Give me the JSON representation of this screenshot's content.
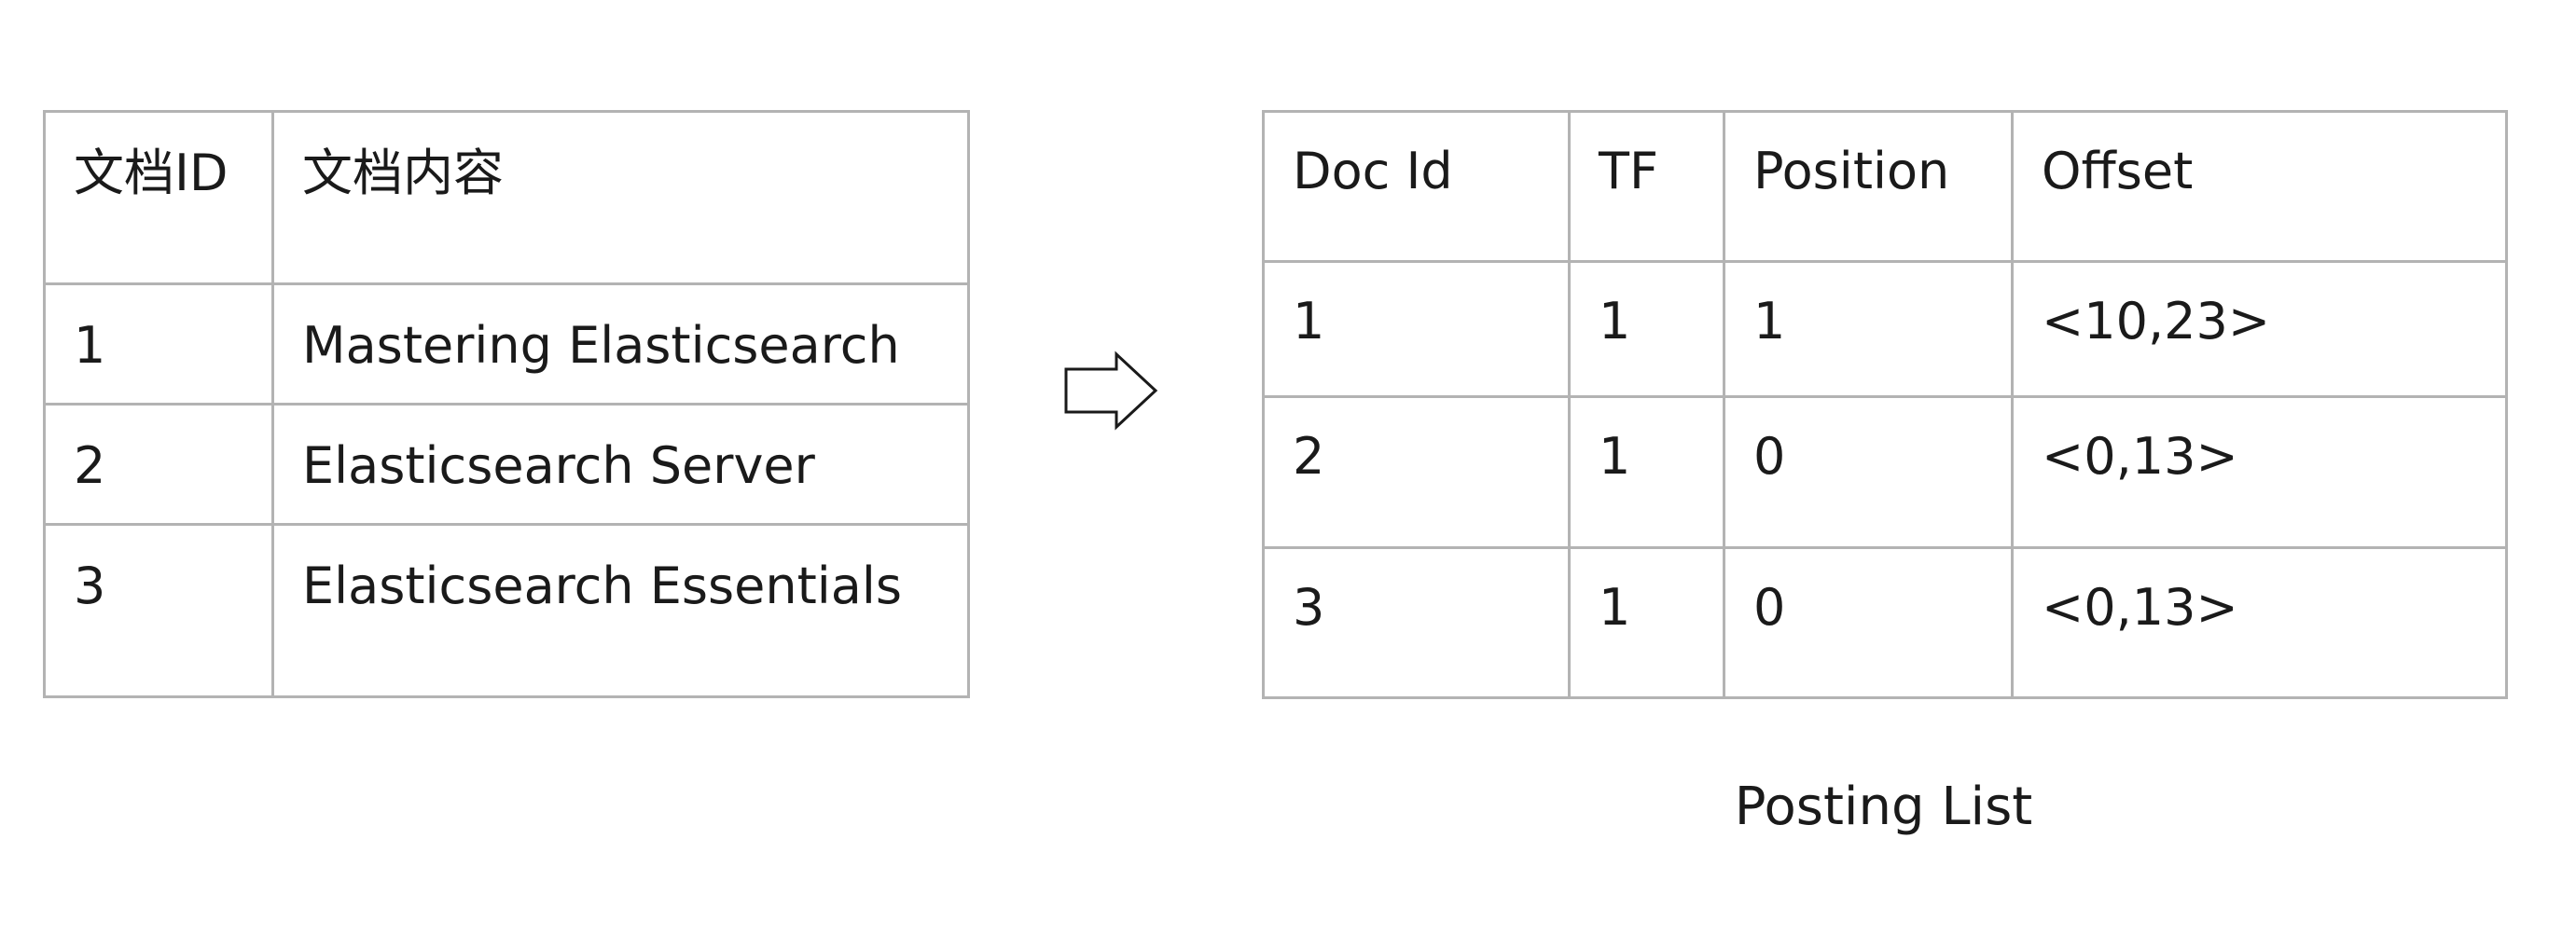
{
  "documents_table": {
    "header": {
      "id": "文档ID",
      "content": "文档内容"
    },
    "rows": [
      {
        "id": "1",
        "content": "Mastering Elasticsearch"
      },
      {
        "id": "2",
        "content": "Elasticsearch Server"
      },
      {
        "id": "3",
        "content": "Elasticsearch Essentials"
      }
    ]
  },
  "transform_arrow": {
    "icon": "right-arrow-icon"
  },
  "posting_table": {
    "header": {
      "doc_id": "Doc Id",
      "tf": "TF",
      "position": "Position",
      "offset": "Offset"
    },
    "rows": [
      {
        "doc_id": "1",
        "tf": "1",
        "position": "1",
        "offset": "<10,23>"
      },
      {
        "doc_id": "2",
        "tf": "1",
        "position": "0",
        "offset": "<0,13>"
      },
      {
        "doc_id": "3",
        "tf": "1",
        "position": "0",
        "offset": "<0,13>"
      }
    ]
  },
  "posting_caption": "Posting List",
  "colors": {
    "border": "#b3b3b3",
    "text": "#1a1a1a",
    "arrow_stroke": "#1a1a1a"
  }
}
